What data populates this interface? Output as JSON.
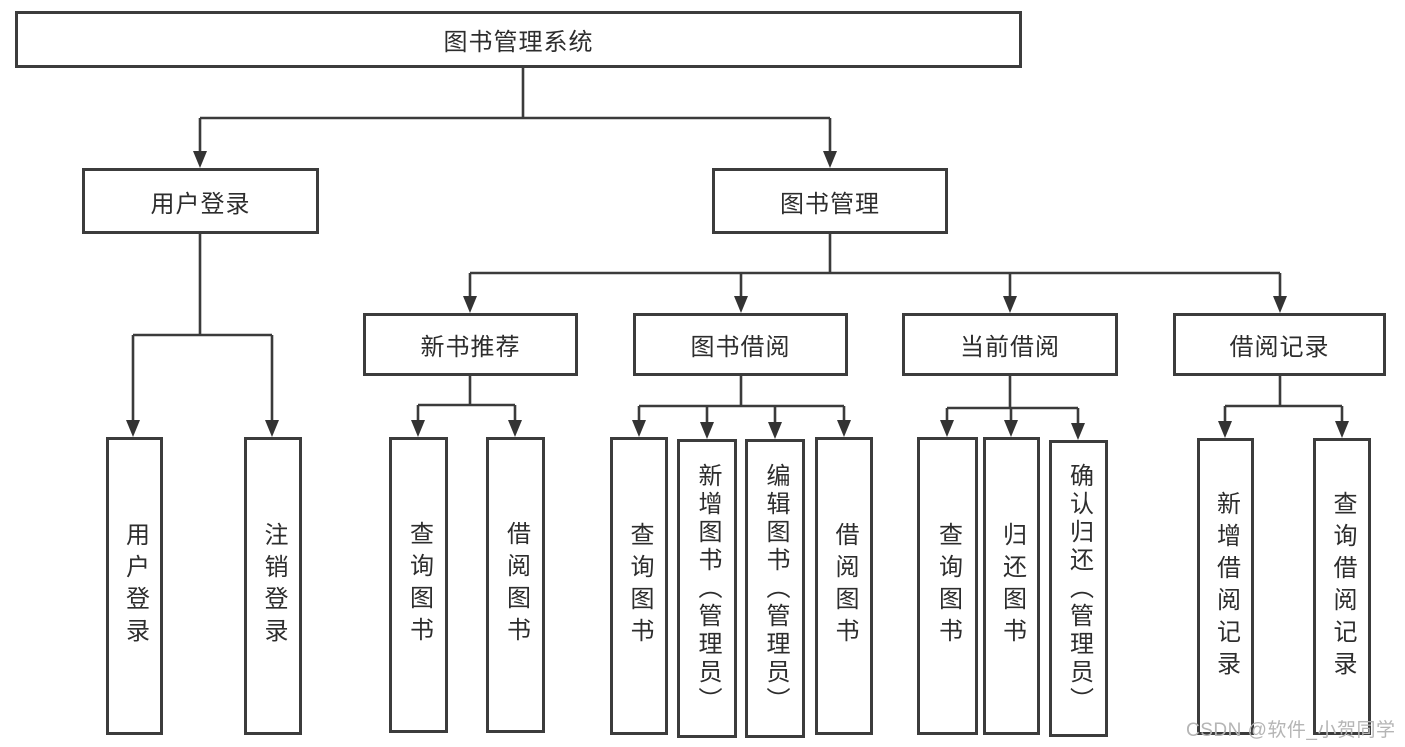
{
  "tree": {
    "label": "图书管理系统",
    "children": [
      {
        "label": "用户登录",
        "children": [
          {
            "label": "用户登录"
          },
          {
            "label": "注销登录"
          }
        ]
      },
      {
        "label": "图书管理",
        "children": [
          {
            "label": "新书推荐",
            "children": [
              {
                "label": "查询图书"
              },
              {
                "label": "借阅图书"
              }
            ]
          },
          {
            "label": "图书借阅",
            "children": [
              {
                "label": "查询图书"
              },
              {
                "label": "新增图书（管理员）"
              },
              {
                "label": "编辑图书（管理员）"
              },
              {
                "label": "借阅图书"
              }
            ]
          },
          {
            "label": "当前借阅",
            "children": [
              {
                "label": "查询图书"
              },
              {
                "label": "归还图书"
              },
              {
                "label": "确认归还（管理员）"
              }
            ]
          },
          {
            "label": "借阅记录",
            "children": [
              {
                "label": "新增借阅记录"
              },
              {
                "label": "查询借阅记录"
              }
            ]
          }
        ]
      }
    ]
  },
  "watermark": "CSDN @软件_小贺同学",
  "colors": {
    "line": "#3b3b3b",
    "border": "#3c3c3c",
    "text": "#2d2d2d",
    "watermark": "#b5b5b5",
    "background": "#ffffff"
  }
}
